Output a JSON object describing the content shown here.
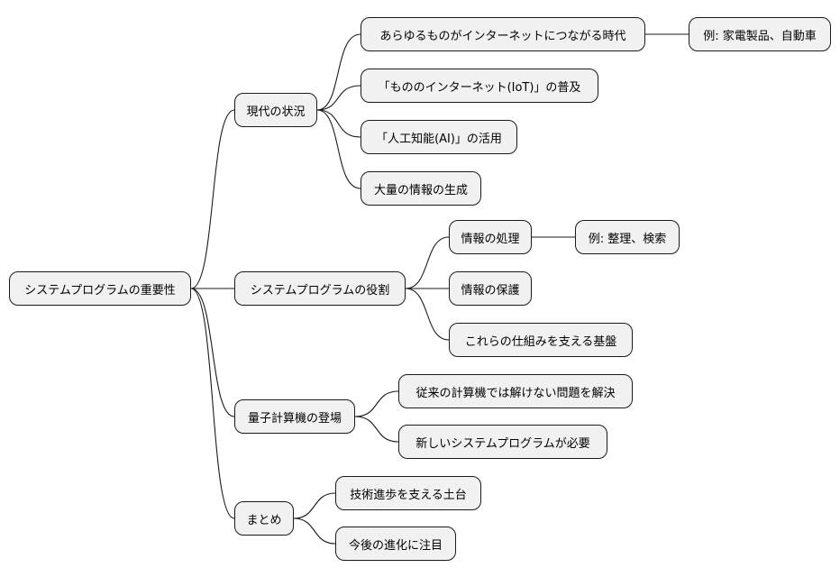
{
  "mindmap": {
    "root": "システムプログラムの重要性",
    "branches": [
      {
        "label": "現代の状況",
        "children": [
          {
            "label": "あらゆるものがインターネットにつながる時代",
            "example": "例: 家電製品、自動車"
          },
          {
            "label": "「もののインターネット(IoT)」の普及"
          },
          {
            "label": "「人工知能(AI)」の活用"
          },
          {
            "label": "大量の情報の生成"
          }
        ]
      },
      {
        "label": "システムプログラムの役割",
        "children": [
          {
            "label": "情報の処理",
            "example": "例: 整理、検索"
          },
          {
            "label": "情報の保護"
          },
          {
            "label": "これらの仕組みを支える基盤"
          }
        ]
      },
      {
        "label": "量子計算機の登場",
        "children": [
          {
            "label": "従来の計算機では解けない問題を解決"
          },
          {
            "label": "新しいシステムプログラムが必要"
          }
        ]
      },
      {
        "label": "まとめ",
        "children": [
          {
            "label": "技術進歩を支える土台"
          },
          {
            "label": "今後の進化に注目"
          }
        ]
      }
    ]
  }
}
